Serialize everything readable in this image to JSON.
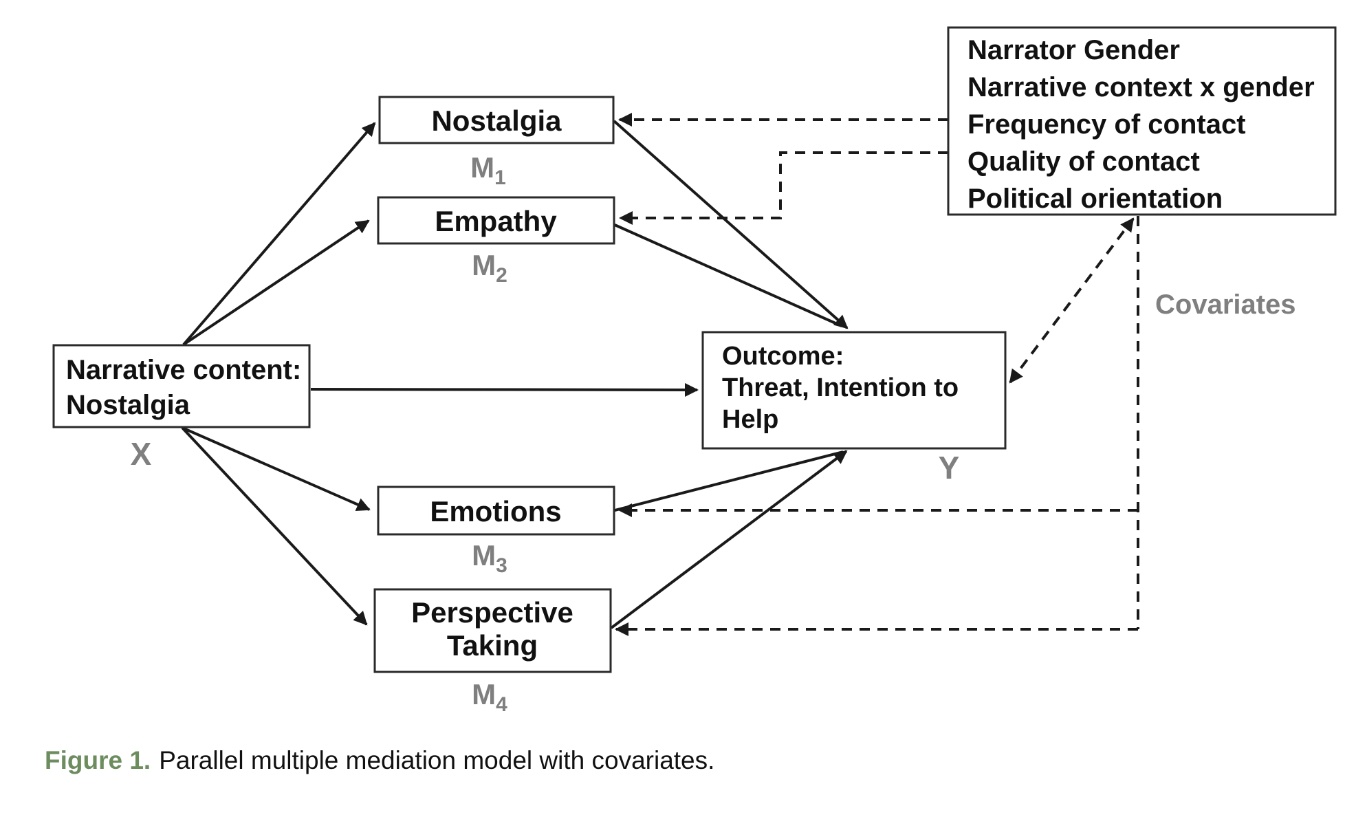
{
  "diagram": {
    "predictor": {
      "line1": "Narrative content:",
      "line2": "Nostalgia",
      "label": "X"
    },
    "mediators": {
      "m1": {
        "name": "Nostalgia",
        "label_base": "M",
        "label_sub": "1"
      },
      "m2": {
        "name": "Empathy",
        "label_base": "M",
        "label_sub": "2"
      },
      "m3": {
        "name": "Emotions",
        "label_base": "M",
        "label_sub": "3"
      },
      "m4": {
        "name_line1": "Perspective",
        "name_line2": "Taking",
        "label_base": "M",
        "label_sub": "4"
      }
    },
    "outcome": {
      "line1": "Outcome:",
      "line2": "Threat, Intention to",
      "line3": "Help",
      "label": "Y"
    },
    "covariates": {
      "item1": "Narrator Gender",
      "item2": "Narrative context x gender",
      "item3": "Frequency of contact",
      "item4": "Quality of contact",
      "item5": "Political orientation",
      "label": "Covariates"
    },
    "colors": {
      "line": "#1a1a1a",
      "box_border": "#2a2a2a",
      "gray_label": "#7f7f7f",
      "caption_green": "#6d8d5f"
    }
  },
  "caption": {
    "prefix": "Figure 1.",
    "body": "Parallel multiple mediation model with covariates."
  }
}
